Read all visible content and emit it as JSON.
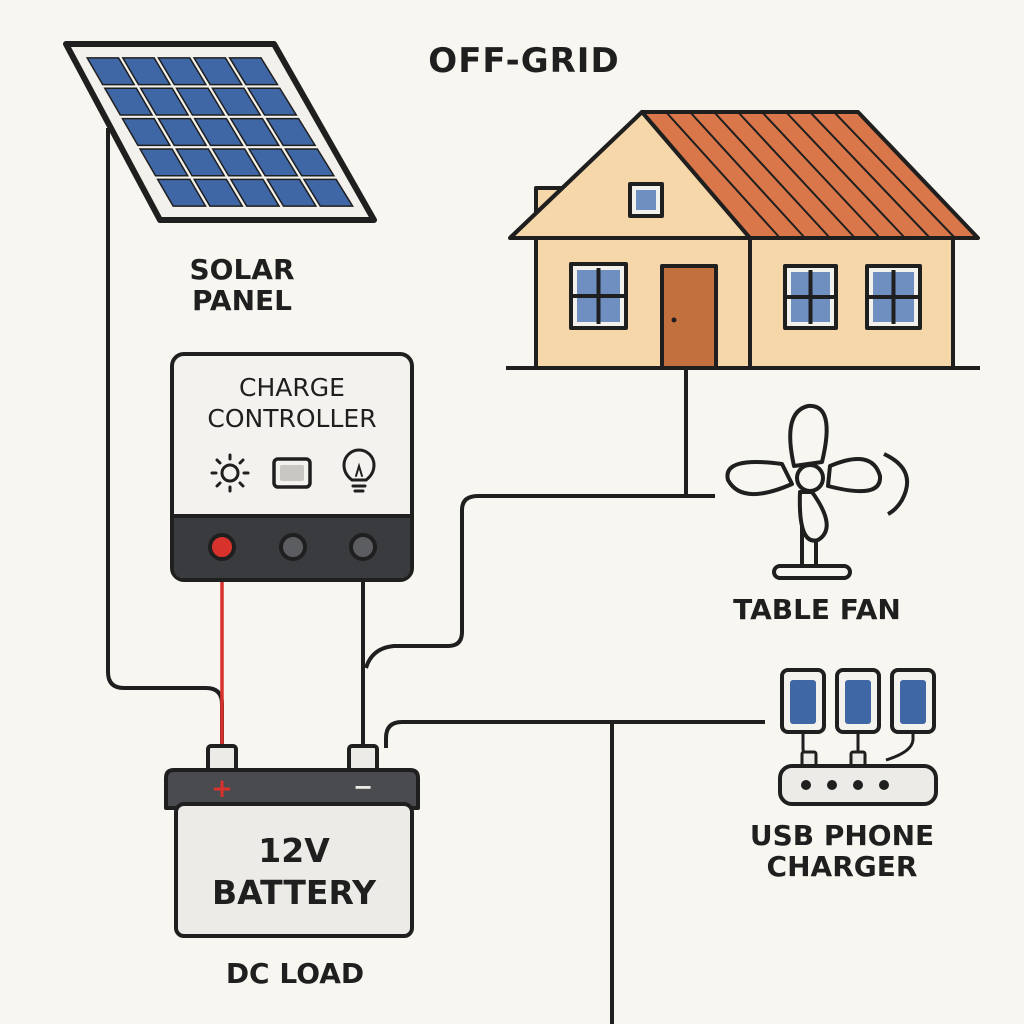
{
  "diagram": {
    "title": "OFF-GRID",
    "solar_panel": {
      "line1": "SOLAR",
      "line2": "PANEL"
    },
    "charge_controller": {
      "line1": "CHARGE",
      "line2": "CONTROLLER"
    },
    "battery": {
      "line1": "12V",
      "line2": "BATTERY",
      "plus_symbol": "+",
      "minus_symbol": "−"
    },
    "dc_load_label": "DC LOAD",
    "table_fan_label": "TABLE FAN",
    "usb_charger": {
      "line1": "USB PHONE",
      "line2": "CHARGER"
    }
  },
  "colors": {
    "background": "#f8f6f1",
    "outline": "#1f1f1f",
    "panel_cell": "#3f67a6",
    "house_wall": "#f6d7a9",
    "roof": "#d9774a",
    "door": "#c2703e",
    "window_glass": "#6f8fc1",
    "positive_wire": "#d8322c",
    "controller_bar": "#3a3b3f",
    "phone": "#3f67a6"
  },
  "icons": [
    "sun-icon",
    "display-icon",
    "bulb-icon",
    "fan-icon",
    "phone-icon",
    "power-strip-icon"
  ]
}
